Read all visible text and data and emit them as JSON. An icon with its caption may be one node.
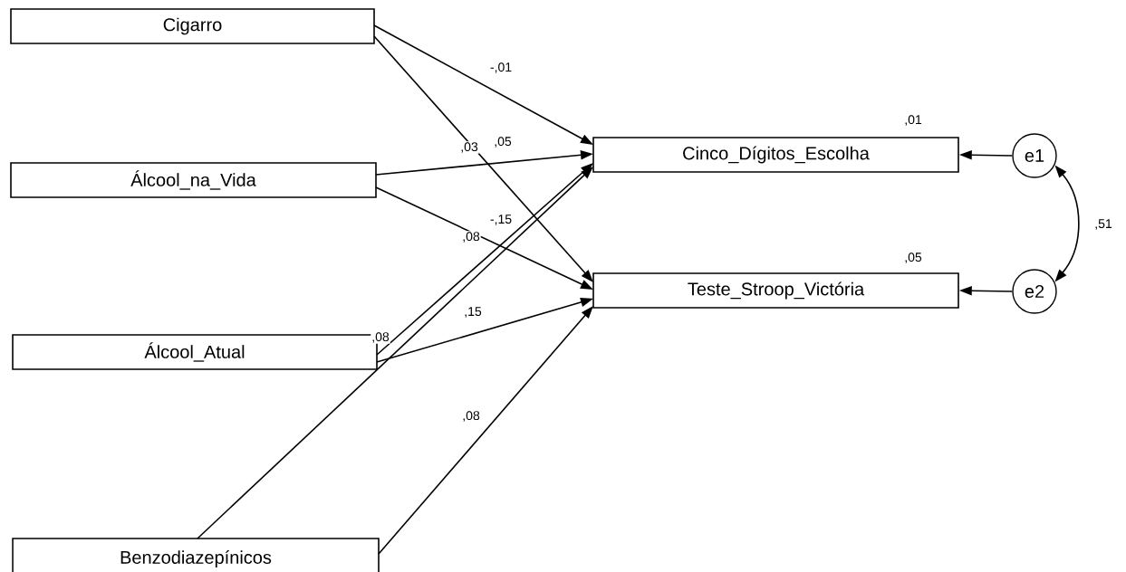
{
  "diagram": {
    "nodes": [
      {
        "text": [
          "Cigarro"
        ]
      },
      {
        "text": [
          "Álcool_na_Vida"
        ]
      },
      {
        "text": [
          "Álcool_Atual"
        ]
      },
      {
        "text": [
          "Benzodiazepínicos"
        ]
      },
      {
        "text": [
          "Cinco_Dígitos_Escolha"
        ],
        "beside": [
          ",01"
        ]
      },
      {
        "text": [
          "Teste_Stroop_Victória"
        ],
        "beside": [
          ",05"
        ]
      },
      {
        "text": [
          "e1"
        ]
      },
      {
        "text": [
          "e2"
        ]
      }
    ],
    "edges": [
      {
        "from": 0,
        "to": 4,
        "arrow": "to",
        "label": "-,01"
      },
      {
        "from": 0,
        "to": 5,
        "arrow": "to",
        "label": ",03"
      },
      {
        "from": 1,
        "to": 4,
        "arrow": "to",
        "label": ",05"
      },
      {
        "from": 1,
        "to": 5,
        "arrow": "to",
        "label": ",08"
      },
      {
        "from": 2,
        "to": 4,
        "arrow": "to",
        "label": ",08"
      },
      {
        "from": 2,
        "to": 5,
        "arrow": "to",
        "label": ",15"
      },
      {
        "from": 3,
        "to": 4,
        "arrow": "to",
        "label": "-,15"
      },
      {
        "from": 3,
        "to": 5,
        "arrow": "to",
        "label": ",08"
      },
      {
        "from": 6,
        "to": 4,
        "arrow": "to"
      },
      {
        "from": 7,
        "to": 5,
        "arrow": "to"
      },
      {
        "from": 6,
        "to": 7,
        "arrow": "both",
        "label": ",51"
      }
    ]
  }
}
